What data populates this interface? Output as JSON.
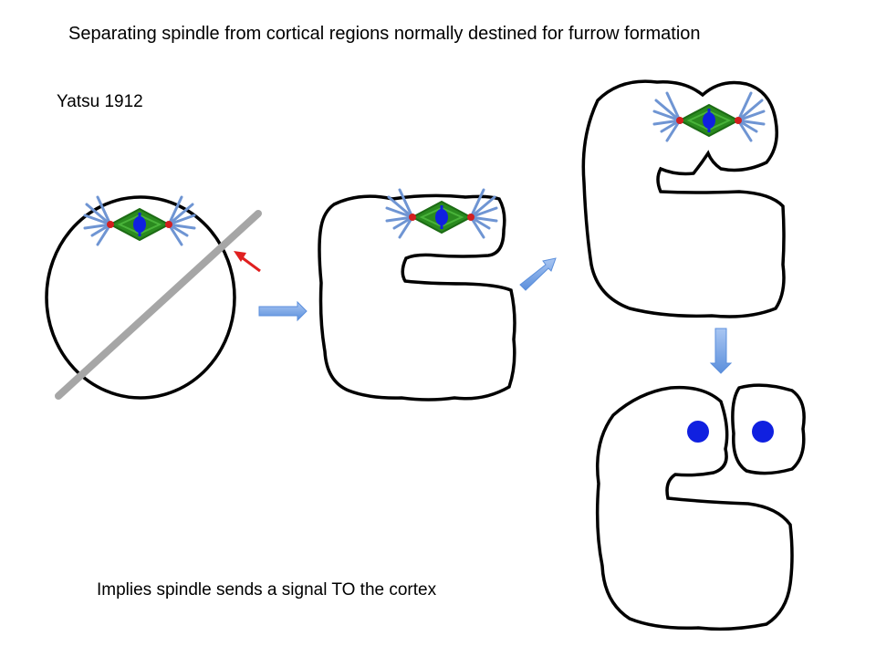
{
  "slide": {
    "title": "Separating spindle from cortical regions normally destined for furrow formation",
    "citation": "Yatsu 1912",
    "conclusion": "Implies spindle sends a signal TO the cortex"
  },
  "colors": {
    "cell_outline": "#000000",
    "needle": "#a6a6a6",
    "spindle": "#2a8a1f",
    "astral_rays": "#6f95d3",
    "centrosome": "#d21f1f",
    "chromatin": "#1020e0",
    "flow_arrow": "#7aa6e6",
    "cut_arrow": "#e02020"
  },
  "icons": {
    "needle": "glass-needle-bar",
    "flow_arrow": "block-arrow",
    "cut_arrow": "thin-arrow"
  }
}
